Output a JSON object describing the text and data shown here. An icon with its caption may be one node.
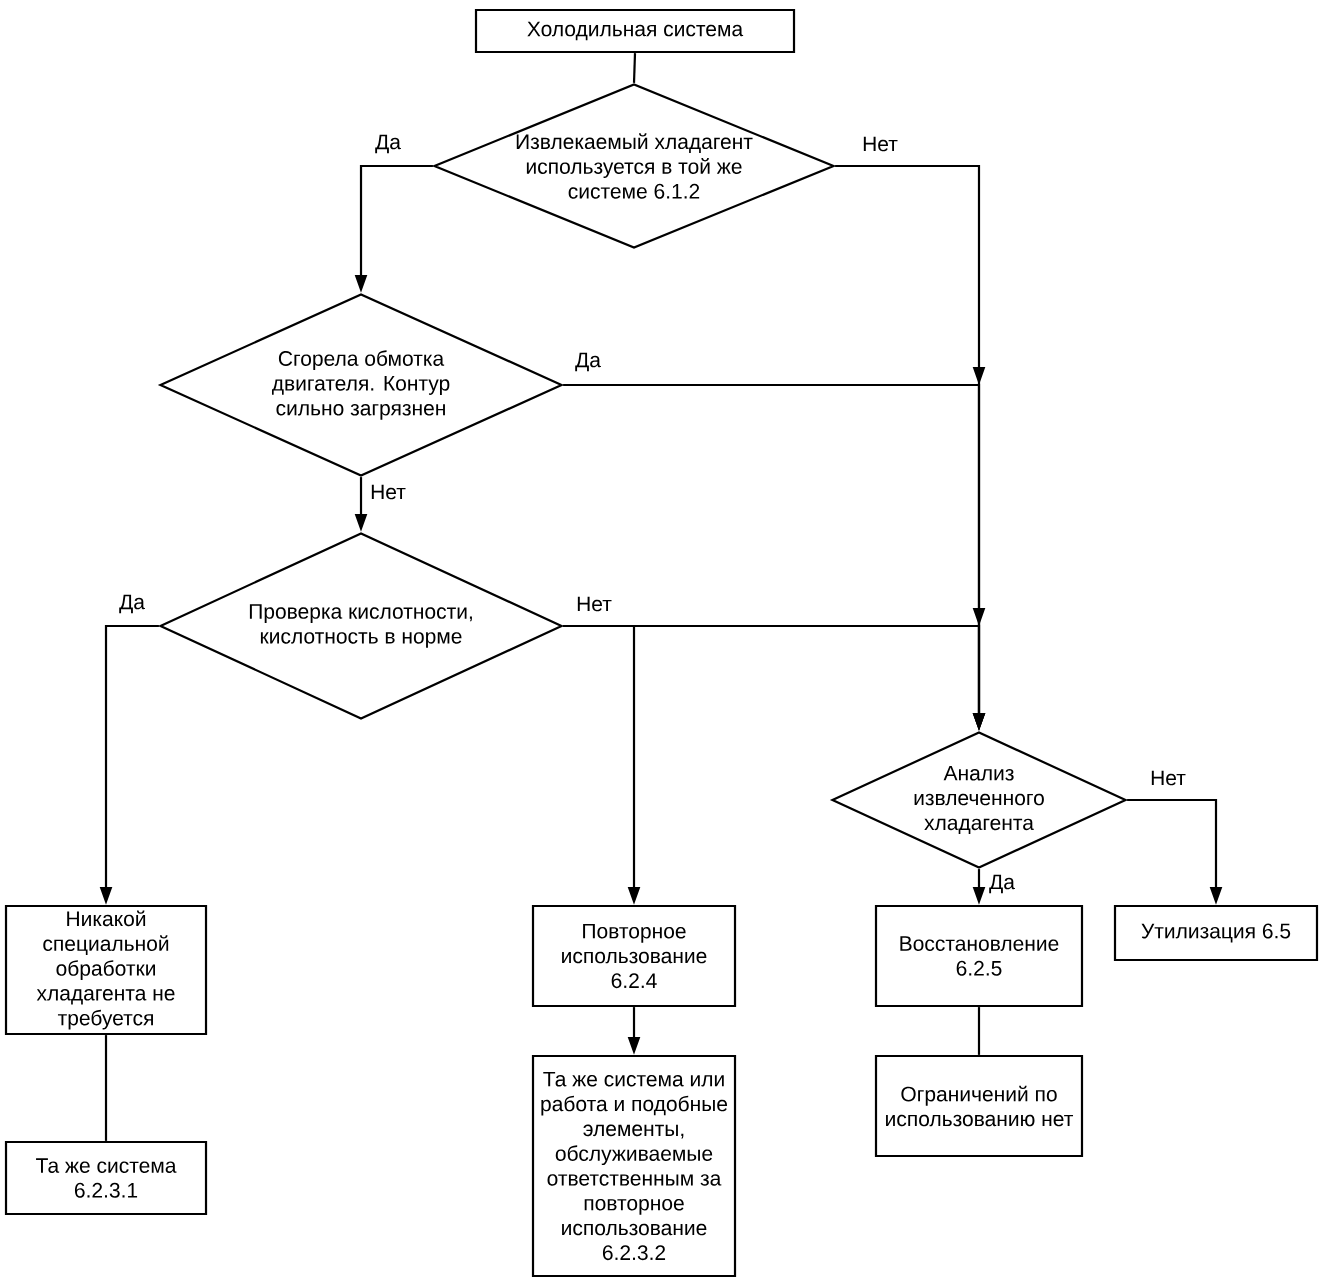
{
  "diagram": {
    "nodes": [
      {
        "text": [
          "Холодильная система"
        ]
      },
      {
        "text": [
          "Извлекаемый хладагент используется в той же системе 6.1.2"
        ]
      },
      {
        "text": [
          "Сгорела обмотка двигателя. Контур сильно загрязнен"
        ]
      },
      {
        "text": [
          "Проверка кислотности, кислотность в норме"
        ]
      },
      {
        "text": [
          "Анализ извлеченного хладагента"
        ]
      },
      {
        "text": [
          "Никакой специальной обработки хладагента не требуется"
        ]
      },
      {
        "text": [
          "Та же система 6.2.3.1"
        ]
      },
      {
        "text": [
          "Повторное использование 6.2.4"
        ]
      },
      {
        "text": [
          "Та же система или работа и подобные элементы, обслуживаемые ответственным за повторное использование 6.2.3.2"
        ]
      },
      {
        "text": [
          "Восстановление 6.2.5"
        ]
      },
      {
        "text": [
          "Ограничений по использованию нет"
        ]
      },
      {
        "text": [
          "Утилизация 6.5"
        ]
      }
    ],
    "edges": [
      {
        "from": 0,
        "to": 1,
        "arrow": "none"
      },
      {
        "from": 1,
        "to": 2,
        "arrow": "to",
        "label": "Да"
      },
      {
        "from": 1,
        "to": 4,
        "arrow": "to",
        "label": "Нет"
      },
      {
        "from": 2,
        "to": 4,
        "arrow": "to",
        "label": "Да"
      },
      {
        "from": 2,
        "to": 3,
        "arrow": "to",
        "label": "Нет"
      },
      {
        "from": 3,
        "to": 5,
        "arrow": "to",
        "label": "Да"
      },
      {
        "from": 3,
        "to": 4,
        "arrow": "to",
        "label": "Нет"
      },
      {
        "from": 3,
        "to": 7,
        "arrow": "to"
      },
      {
        "from": 4,
        "to": 9,
        "arrow": "to",
        "label": "Да"
      },
      {
        "from": 4,
        "to": 11,
        "arrow": "to",
        "label": "Нет"
      },
      {
        "from": 5,
        "to": 6,
        "arrow": "none"
      },
      {
        "from": 7,
        "to": 8,
        "arrow": "to"
      },
      {
        "from": 9,
        "to": 10,
        "arrow": "none"
      }
    ]
  }
}
